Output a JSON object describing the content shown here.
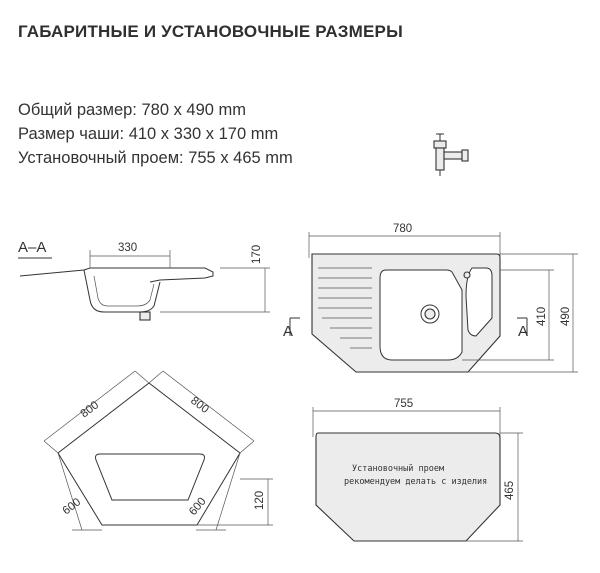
{
  "header": {
    "title": "ГАБАРИТНЫЕ И УСТАНОВОЧНЫЕ РАЗМЕРЫ"
  },
  "specs": [
    "Общий размер: 780 х 490 mm",
    "Размер чаши:  410 х 330 х 170 mm",
    "Установочный проем: 755 х 465 mm"
  ],
  "section": {
    "label": "А–А",
    "bowl_width": "330",
    "depth": "170"
  },
  "top_view": {
    "width": "780",
    "bowl_depth": "410",
    "total_depth": "490",
    "marker_left": "A",
    "marker_right": "A"
  },
  "corner_view": {
    "side_left": "800",
    "side_right": "800",
    "short_left": "600",
    "short_right": "600",
    "offset": "120"
  },
  "cutout": {
    "width": "755",
    "height": "465",
    "note_line1": "Установочный проем",
    "note_line2": "рекомендуем делать с изделия"
  },
  "icons": {
    "fitting": "siphon-icon"
  }
}
